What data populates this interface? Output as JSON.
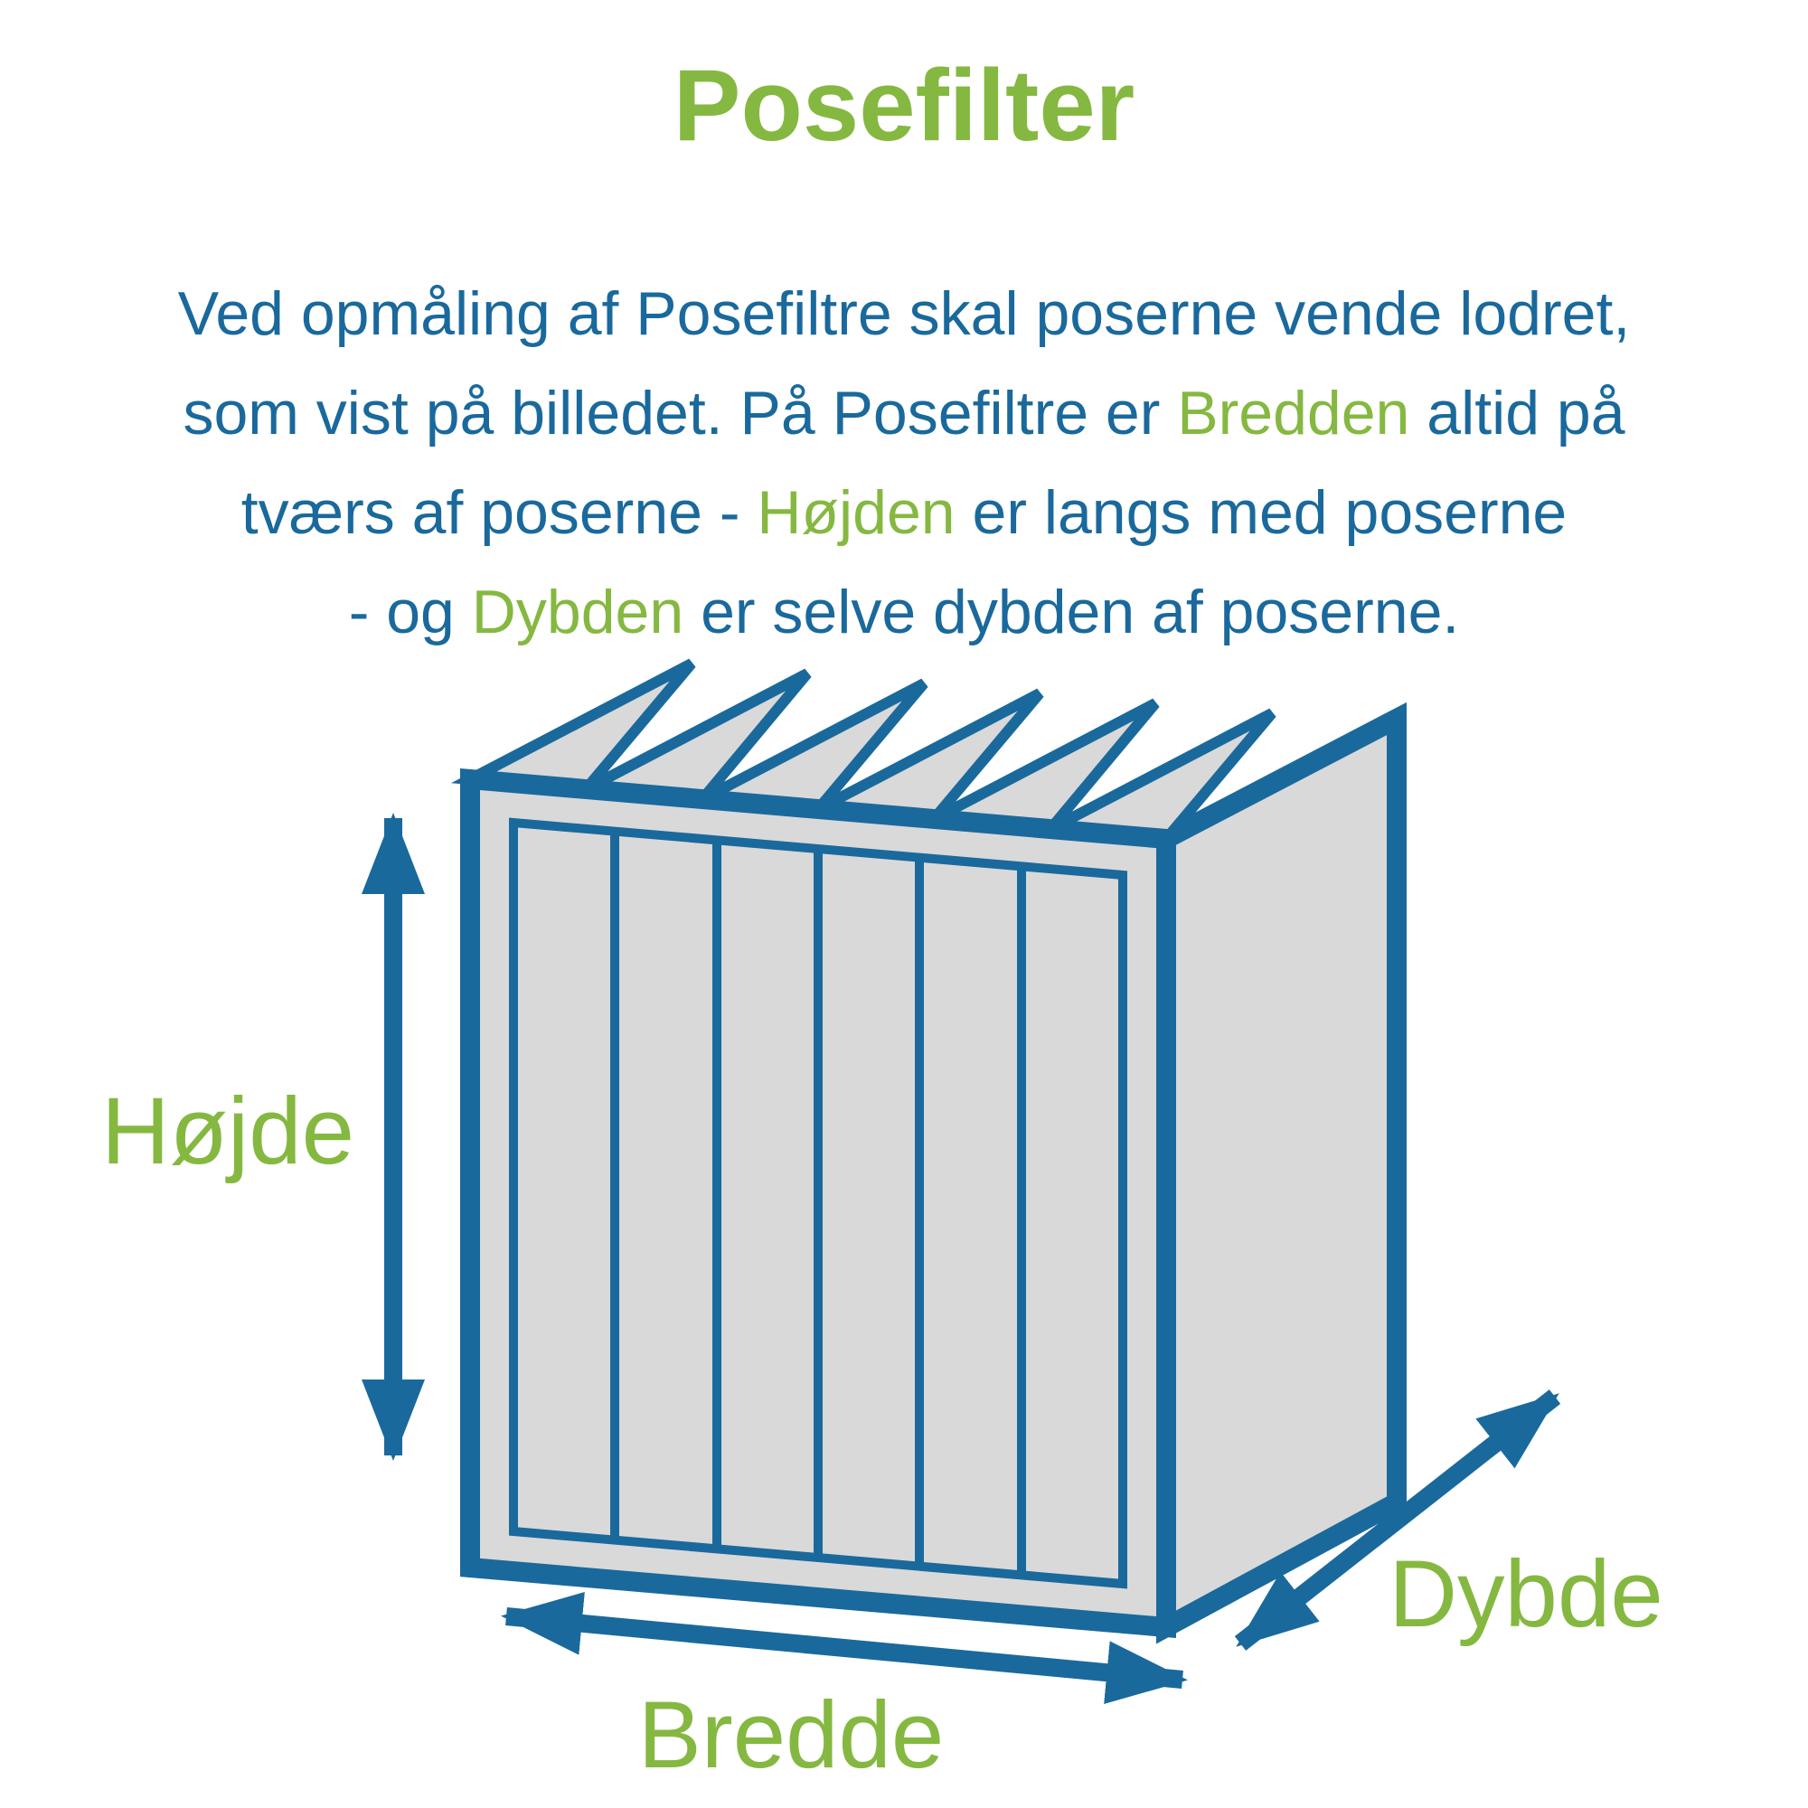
{
  "title": "Posefilter",
  "colors": {
    "blue": "#1a699c",
    "green": "#85b841",
    "gray": "#d9d9d9",
    "background": "#ffffff"
  },
  "paragraph": {
    "lines": [
      {
        "segments": [
          {
            "text": "Ved opmåling af Posefiltre skal poserne vende lodret,",
            "color": "blue"
          }
        ]
      },
      {
        "segments": [
          {
            "text": "som vist på billedet. På Posefiltre er ",
            "color": "blue"
          },
          {
            "text": "Bredden",
            "color": "green"
          },
          {
            "text": " altid på",
            "color": "blue"
          }
        ]
      },
      {
        "segments": [
          {
            "text": "tværs af poserne - ",
            "color": "blue"
          },
          {
            "text": "Højden",
            "color": "green"
          },
          {
            "text": " er langs med poserne",
            "color": "blue"
          }
        ]
      },
      {
        "segments": [
          {
            "text": "- og ",
            "color": "blue"
          },
          {
            "text": "Dybden",
            "color": "green"
          },
          {
            "text": " er selve dybden af poserne.",
            "color": "blue"
          }
        ]
      }
    ]
  },
  "diagram": {
    "type": "bag-filter-measurement-illustration",
    "pocket_count": 6,
    "labels": {
      "height": "Højde",
      "width": "Bredde",
      "depth": "Dybde"
    }
  }
}
